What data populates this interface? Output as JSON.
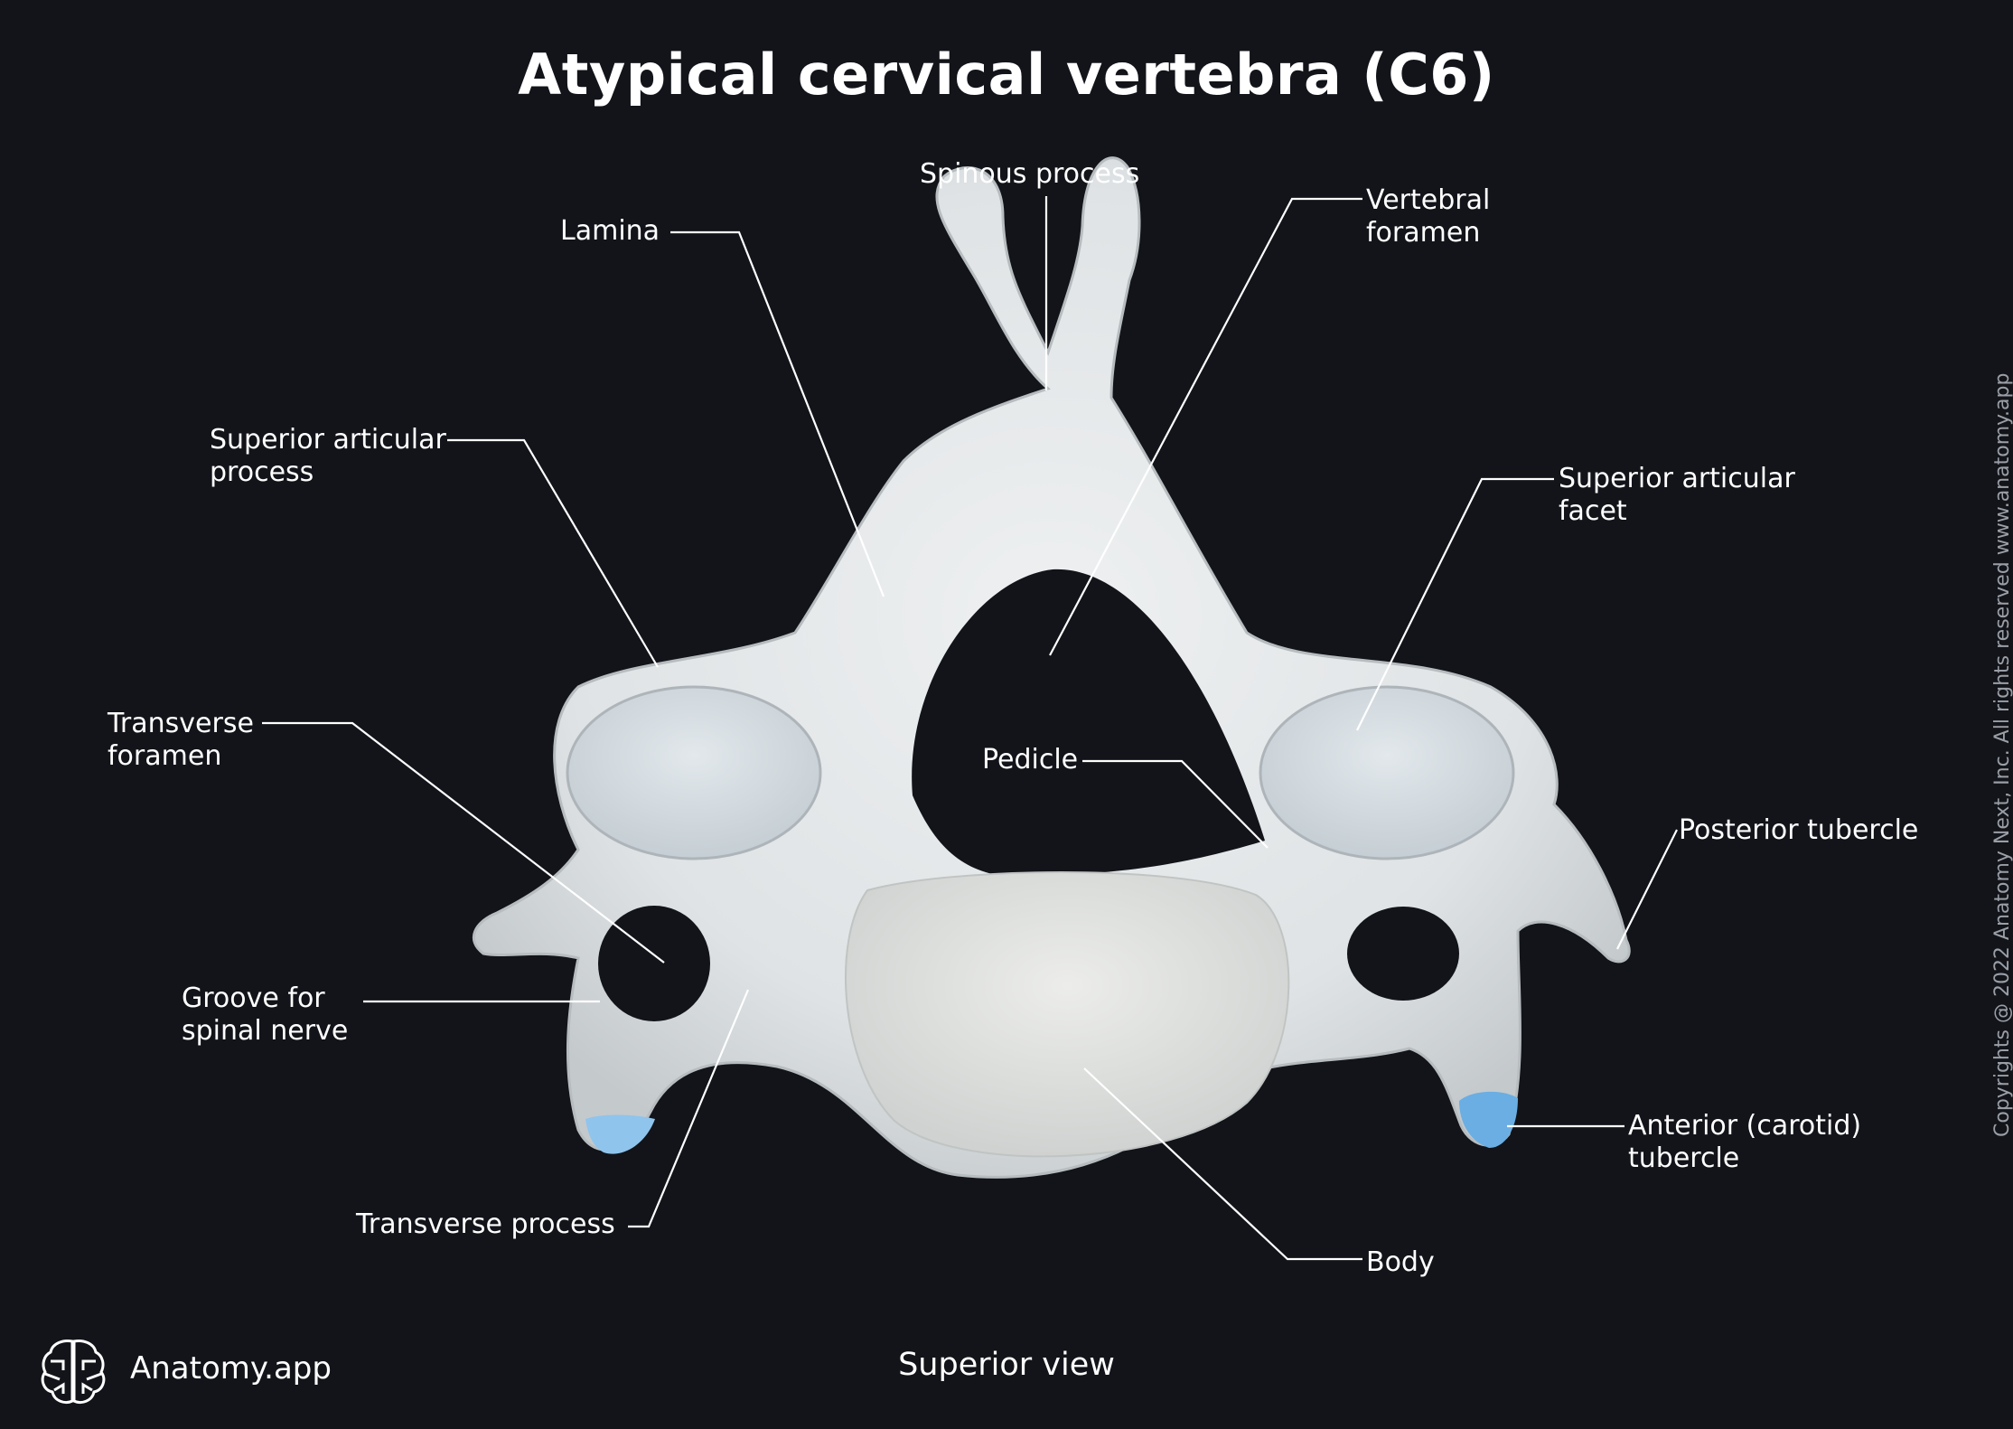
{
  "title": "Atypical cervical vertebra (C6)",
  "view_label": "Superior view",
  "brand": {
    "name": "Anatomy.app",
    "logo_icon": "brain-icon"
  },
  "copyright": "Copyrights @ 2022 Anatomy Next, Inc. All rights reserved www.anatomy.app",
  "labels": {
    "spinous_process": "Spinous process",
    "lamina": "Lamina",
    "vertebral_foramen_1": "Vertebral",
    "vertebral_foramen_2": "foramen",
    "sup_articular_process_1": "Superior articular",
    "sup_articular_process_2": "process",
    "sup_articular_facet_1": "Superior articular",
    "sup_articular_facet_2": "facet",
    "transverse_foramen_1": "Transverse",
    "transverse_foramen_2": "foramen",
    "pedicle": "Pedicle",
    "posterior_tubercle": "Posterior tubercle",
    "groove_1": "Groove for",
    "groove_2": "spinal nerve",
    "anterior_tubercle_1": "Anterior (carotid)",
    "anterior_tubercle_2": "tubercle",
    "transverse_process": "Transverse process",
    "body": "Body"
  },
  "colors": {
    "background": "#12141a",
    "bone": "#e6e9ea",
    "bone_shadow": "#b9bec2",
    "tubercle_highlight": "#8fc4ec",
    "leader_line": "#ffffff"
  }
}
